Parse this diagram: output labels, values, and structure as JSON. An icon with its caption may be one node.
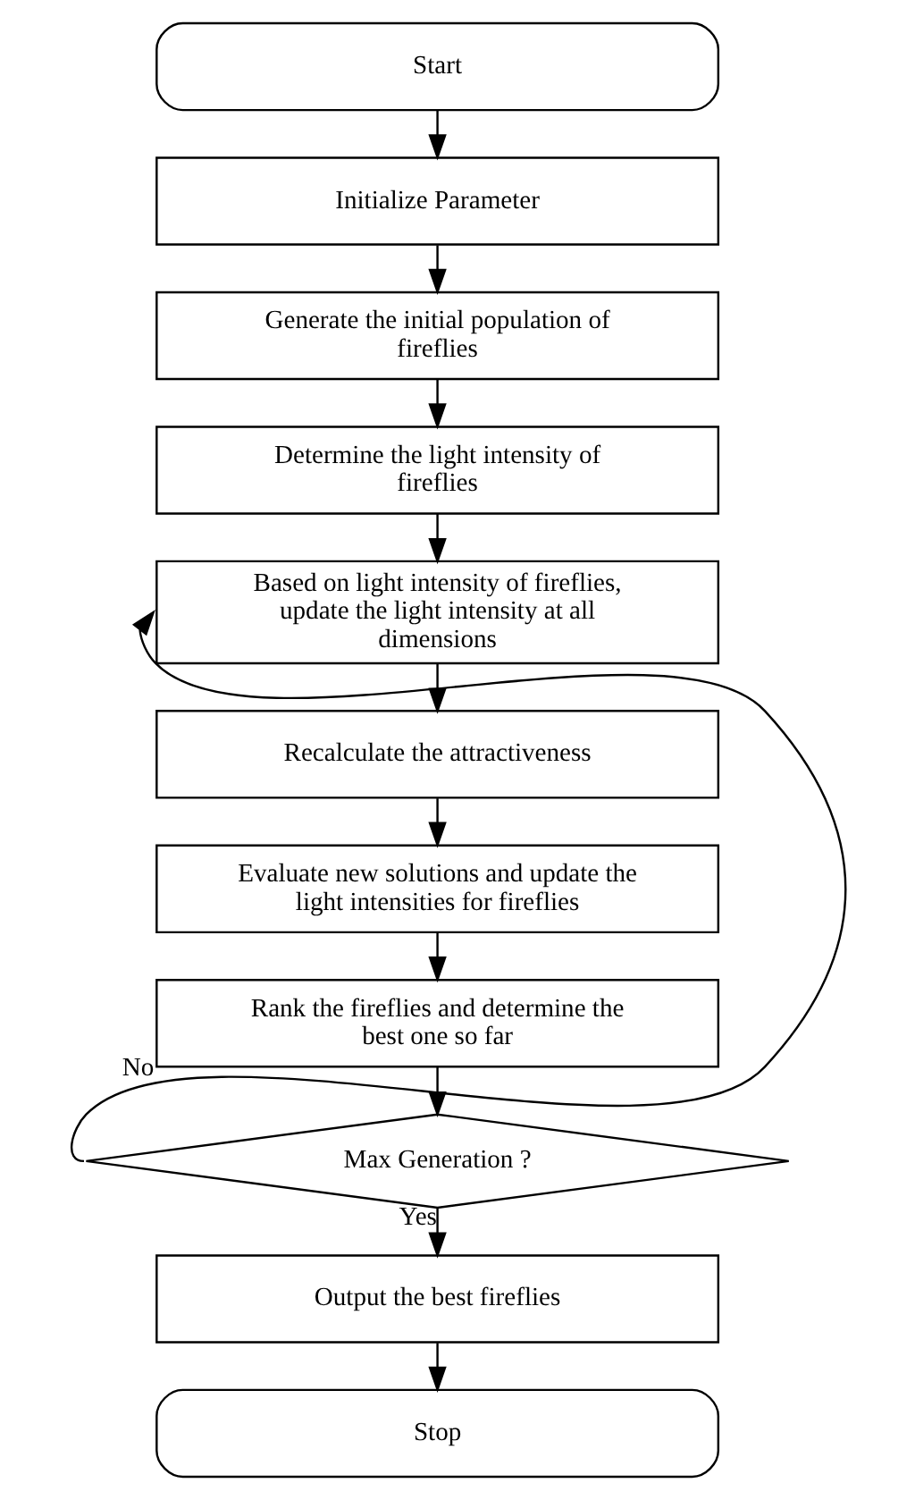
{
  "diagram": {
    "nodes": [
      {
        "text": [
          "Start"
        ]
      },
      {
        "text": [
          "Initialize Parameter"
        ]
      },
      {
        "text": [
          "Generate the initial population of fireflies"
        ]
      },
      {
        "text": [
          "Determine the light intensity of fireflies"
        ]
      },
      {
        "text": [
          "Based on light intensity of fireflies, update the light intensity at all dimensions"
        ]
      },
      {
        "text": [
          "Recalculate the attractiveness"
        ]
      },
      {
        "text": [
          "Evaluate new solutions and update the light intensities for fireflies"
        ]
      },
      {
        "text": [
          "Rank the fireflies and determine the best one so far"
        ]
      },
      {
        "text": [
          "Max Generation ?"
        ]
      },
      {
        "text": [
          "Output the best fireflies"
        ]
      },
      {
        "text": [
          "Stop"
        ]
      }
    ],
    "edges": [
      {
        "from": 0,
        "to": 1,
        "arrow": "to"
      },
      {
        "from": 1,
        "to": 2,
        "arrow": "to"
      },
      {
        "from": 2,
        "to": 3,
        "arrow": "to"
      },
      {
        "from": 3,
        "to": 4,
        "arrow": "to"
      },
      {
        "from": 4,
        "to": 5,
        "arrow": "to"
      },
      {
        "from": 5,
        "to": 6,
        "arrow": "to"
      },
      {
        "from": 6,
        "to": 7,
        "arrow": "to"
      },
      {
        "from": 7,
        "to": 8,
        "arrow": "to"
      },
      {
        "from": 8,
        "to": 4,
        "arrow": "to",
        "label": "No"
      },
      {
        "from": 8,
        "to": 9,
        "arrow": "to",
        "label": "Yes"
      },
      {
        "from": 9,
        "to": 10,
        "arrow": "to"
      }
    ]
  }
}
